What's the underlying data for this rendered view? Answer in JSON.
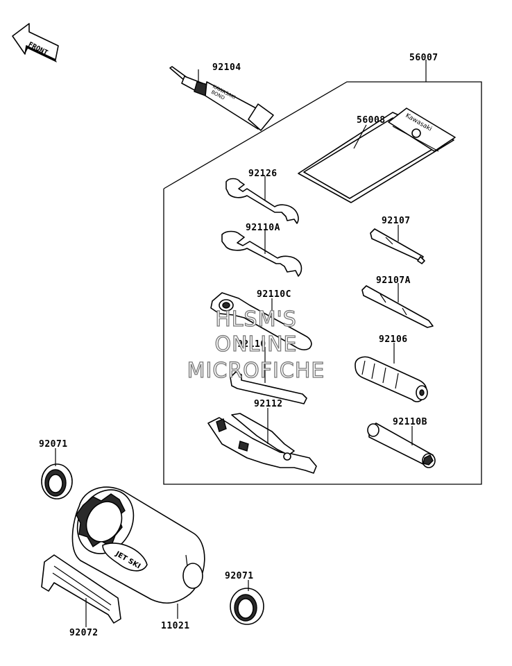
{
  "front_arrow_label": "FRONT",
  "watermark": {
    "line1": "HLSM'S",
    "line2": "ONLINE",
    "line3": "MICROFICHE"
  },
  "tube_text": {
    "line1": "KAWASAKI",
    "line2": "BOND"
  },
  "pouch_text": "Kawasaki",
  "can_logo": "JET SKI",
  "parts": {
    "p92104": "92104",
    "p56007": "56007",
    "p56008": "56008",
    "p92126": "92126",
    "p92110A": "92110A",
    "p92107": "92107",
    "p92110C": "92110C",
    "p92107A": "92107A",
    "p92110": "92110",
    "p92106": "92106",
    "p92112": "92112",
    "p92110B": "92110B",
    "p92071a": "92071",
    "p92071b": "92071",
    "p92072": "92072",
    "p11021": "11021"
  },
  "colors": {
    "line": "#000000",
    "background": "#ffffff",
    "watermark_outline": "#777777"
  }
}
